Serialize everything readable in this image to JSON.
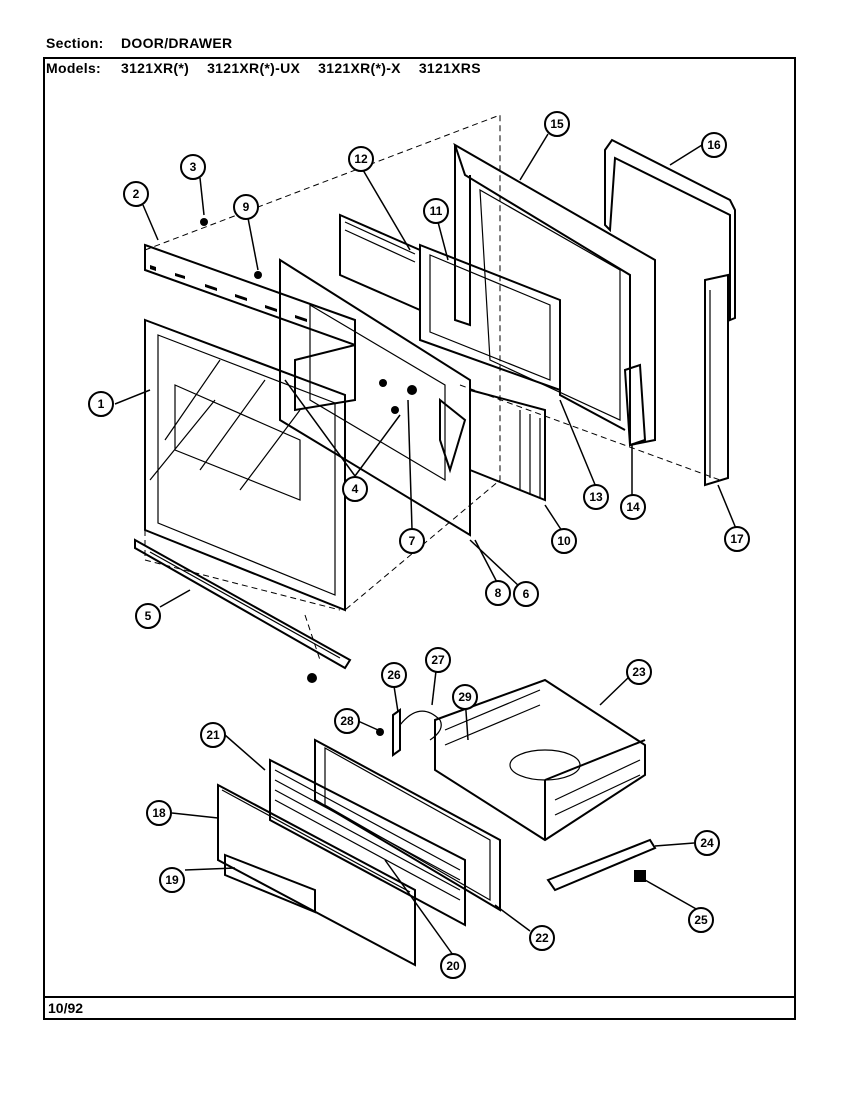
{
  "header": {
    "section_label": "Section:",
    "section_value": "DOOR/DRAWER",
    "models_label": "Models:",
    "models": [
      "3121XR(*)",
      "3121XR(*)-UX",
      "3121XR(*)-X",
      "3121XRS"
    ]
  },
  "footer": {
    "date": "10/92"
  },
  "callouts": [
    "1",
    "2",
    "3",
    "4",
    "5",
    "6",
    "7",
    "8",
    "9",
    "10",
    "11",
    "12",
    "13",
    "14",
    "15",
    "16",
    "17",
    "18",
    "19",
    "20",
    "21",
    "22",
    "23",
    "24",
    "25",
    "26",
    "27",
    "28",
    "29"
  ]
}
